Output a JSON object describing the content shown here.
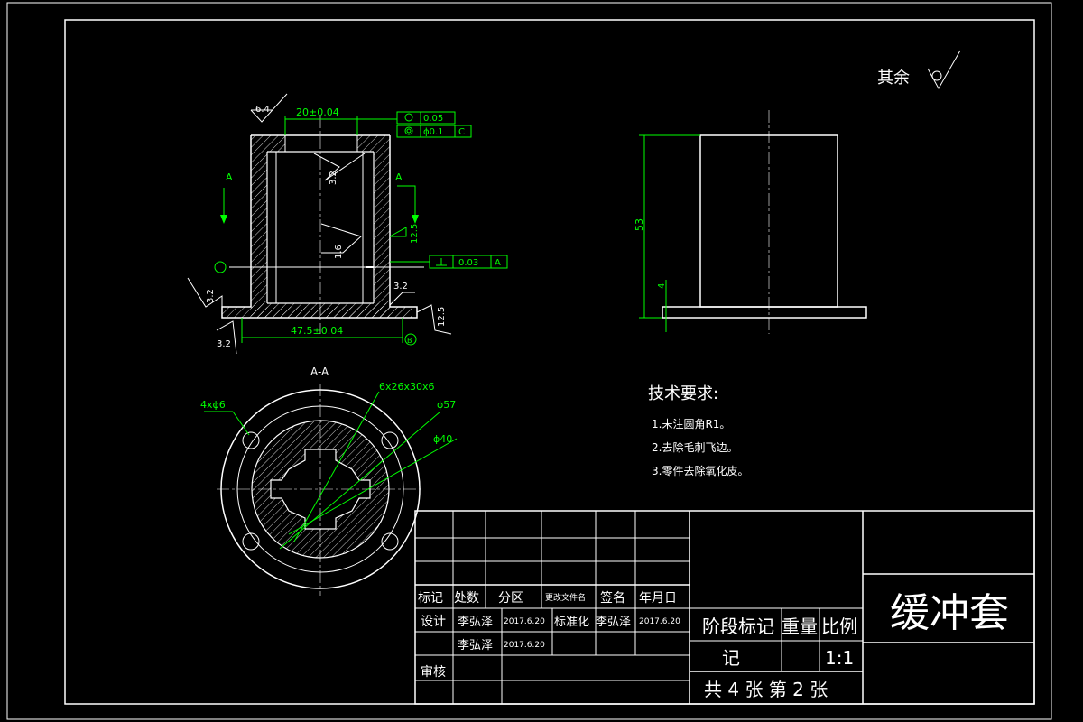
{
  "drawing": {
    "roughness_rest_label": "其余",
    "section_label": "A-A",
    "section_arrow_left": "A",
    "section_arrow_right": "A",
    "datum_a": "A",
    "datum_b": "B",
    "datum_c": "C",
    "dims": {
      "top_width": "20±0.04",
      "bottom_width": "47.5±0.04",
      "height": "53",
      "base_thickness": "4",
      "holes": "4xϕ6",
      "spline": "6x26x30x6",
      "outer_dia": "ϕ57",
      "inner_dia": "ϕ40"
    },
    "roughness": {
      "top": "6.4",
      "bore": "3.2",
      "inner": "1.6",
      "right_upper": "12.5",
      "left_side": "3.2",
      "right_foot": "3.2",
      "right_side": "12.5",
      "bottom_left": "3.2"
    },
    "tolerances": {
      "circularity": "0.05",
      "coaxiality": "ϕ0.1",
      "perpendicularity": "0.03"
    }
  },
  "requirements": {
    "title": "技术要求:",
    "items": [
      "1.未注圆角R1。",
      "2.去除毛刺飞边。",
      "3.零件去除氧化皮。"
    ]
  },
  "title_block": {
    "part_name": "缓冲套",
    "header": [
      "标记",
      "处数",
      "分区",
      "更改文件名",
      "签名",
      "年月日"
    ],
    "design_label": "设计",
    "designer": "李弘泽",
    "date": "2017.6.20",
    "standard_label": "标准化",
    "standardizer": "李弘泽",
    "date2": "2017.6.20",
    "row3_name": "李弘泽",
    "row3_date": "2017.6.20",
    "review_label": "审核",
    "stage_label": "阶段标记",
    "stage_label_2": "记",
    "weight_label": "重量",
    "scale_label": "比例",
    "scale_value": "1:1",
    "sheets": "共 4 张 第 2 张"
  }
}
